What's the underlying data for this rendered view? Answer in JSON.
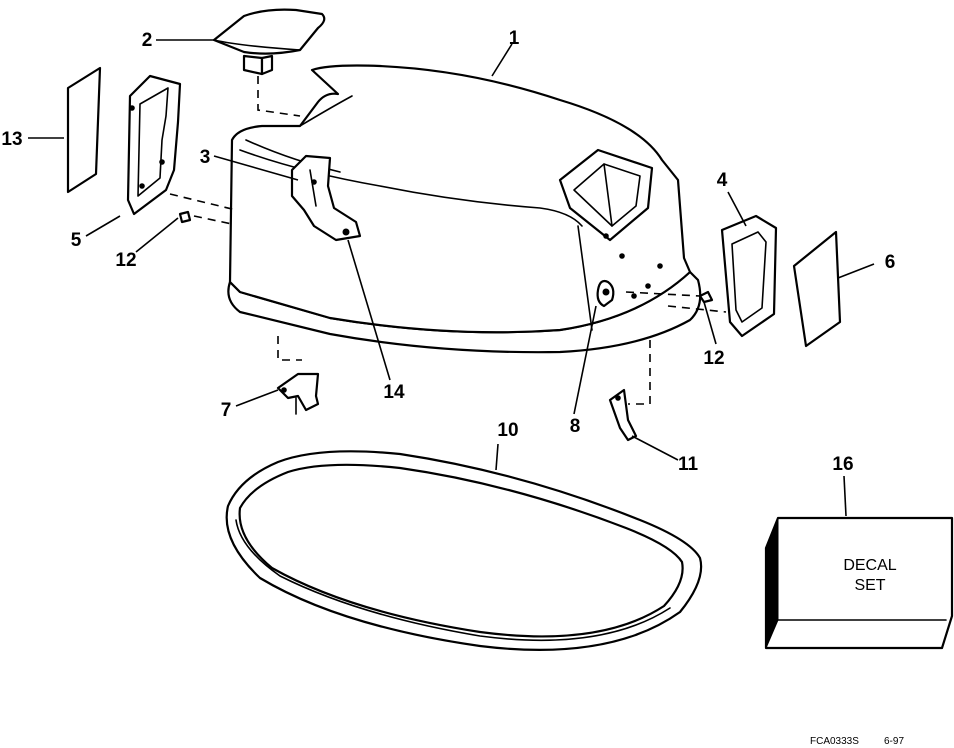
{
  "callouts": [
    {
      "id": "1",
      "label": "1"
    },
    {
      "id": "2",
      "label": "2"
    },
    {
      "id": "3",
      "label": "3"
    },
    {
      "id": "4",
      "label": "4"
    },
    {
      "id": "5",
      "label": "5"
    },
    {
      "id": "6",
      "label": "6"
    },
    {
      "id": "7",
      "label": "7"
    },
    {
      "id": "8",
      "label": "8"
    },
    {
      "id": "10",
      "label": "10"
    },
    {
      "id": "11",
      "label": "11"
    },
    {
      "id": "12a",
      "label": "12"
    },
    {
      "id": "12b",
      "label": "12"
    },
    {
      "id": "13",
      "label": "13"
    },
    {
      "id": "14",
      "label": "14"
    },
    {
      "id": "16",
      "label": "16"
    }
  ],
  "decal": {
    "line1": "DECAL",
    "line2": "SET"
  },
  "footer": {
    "code": "FCA0333S",
    "date": "6-97"
  }
}
